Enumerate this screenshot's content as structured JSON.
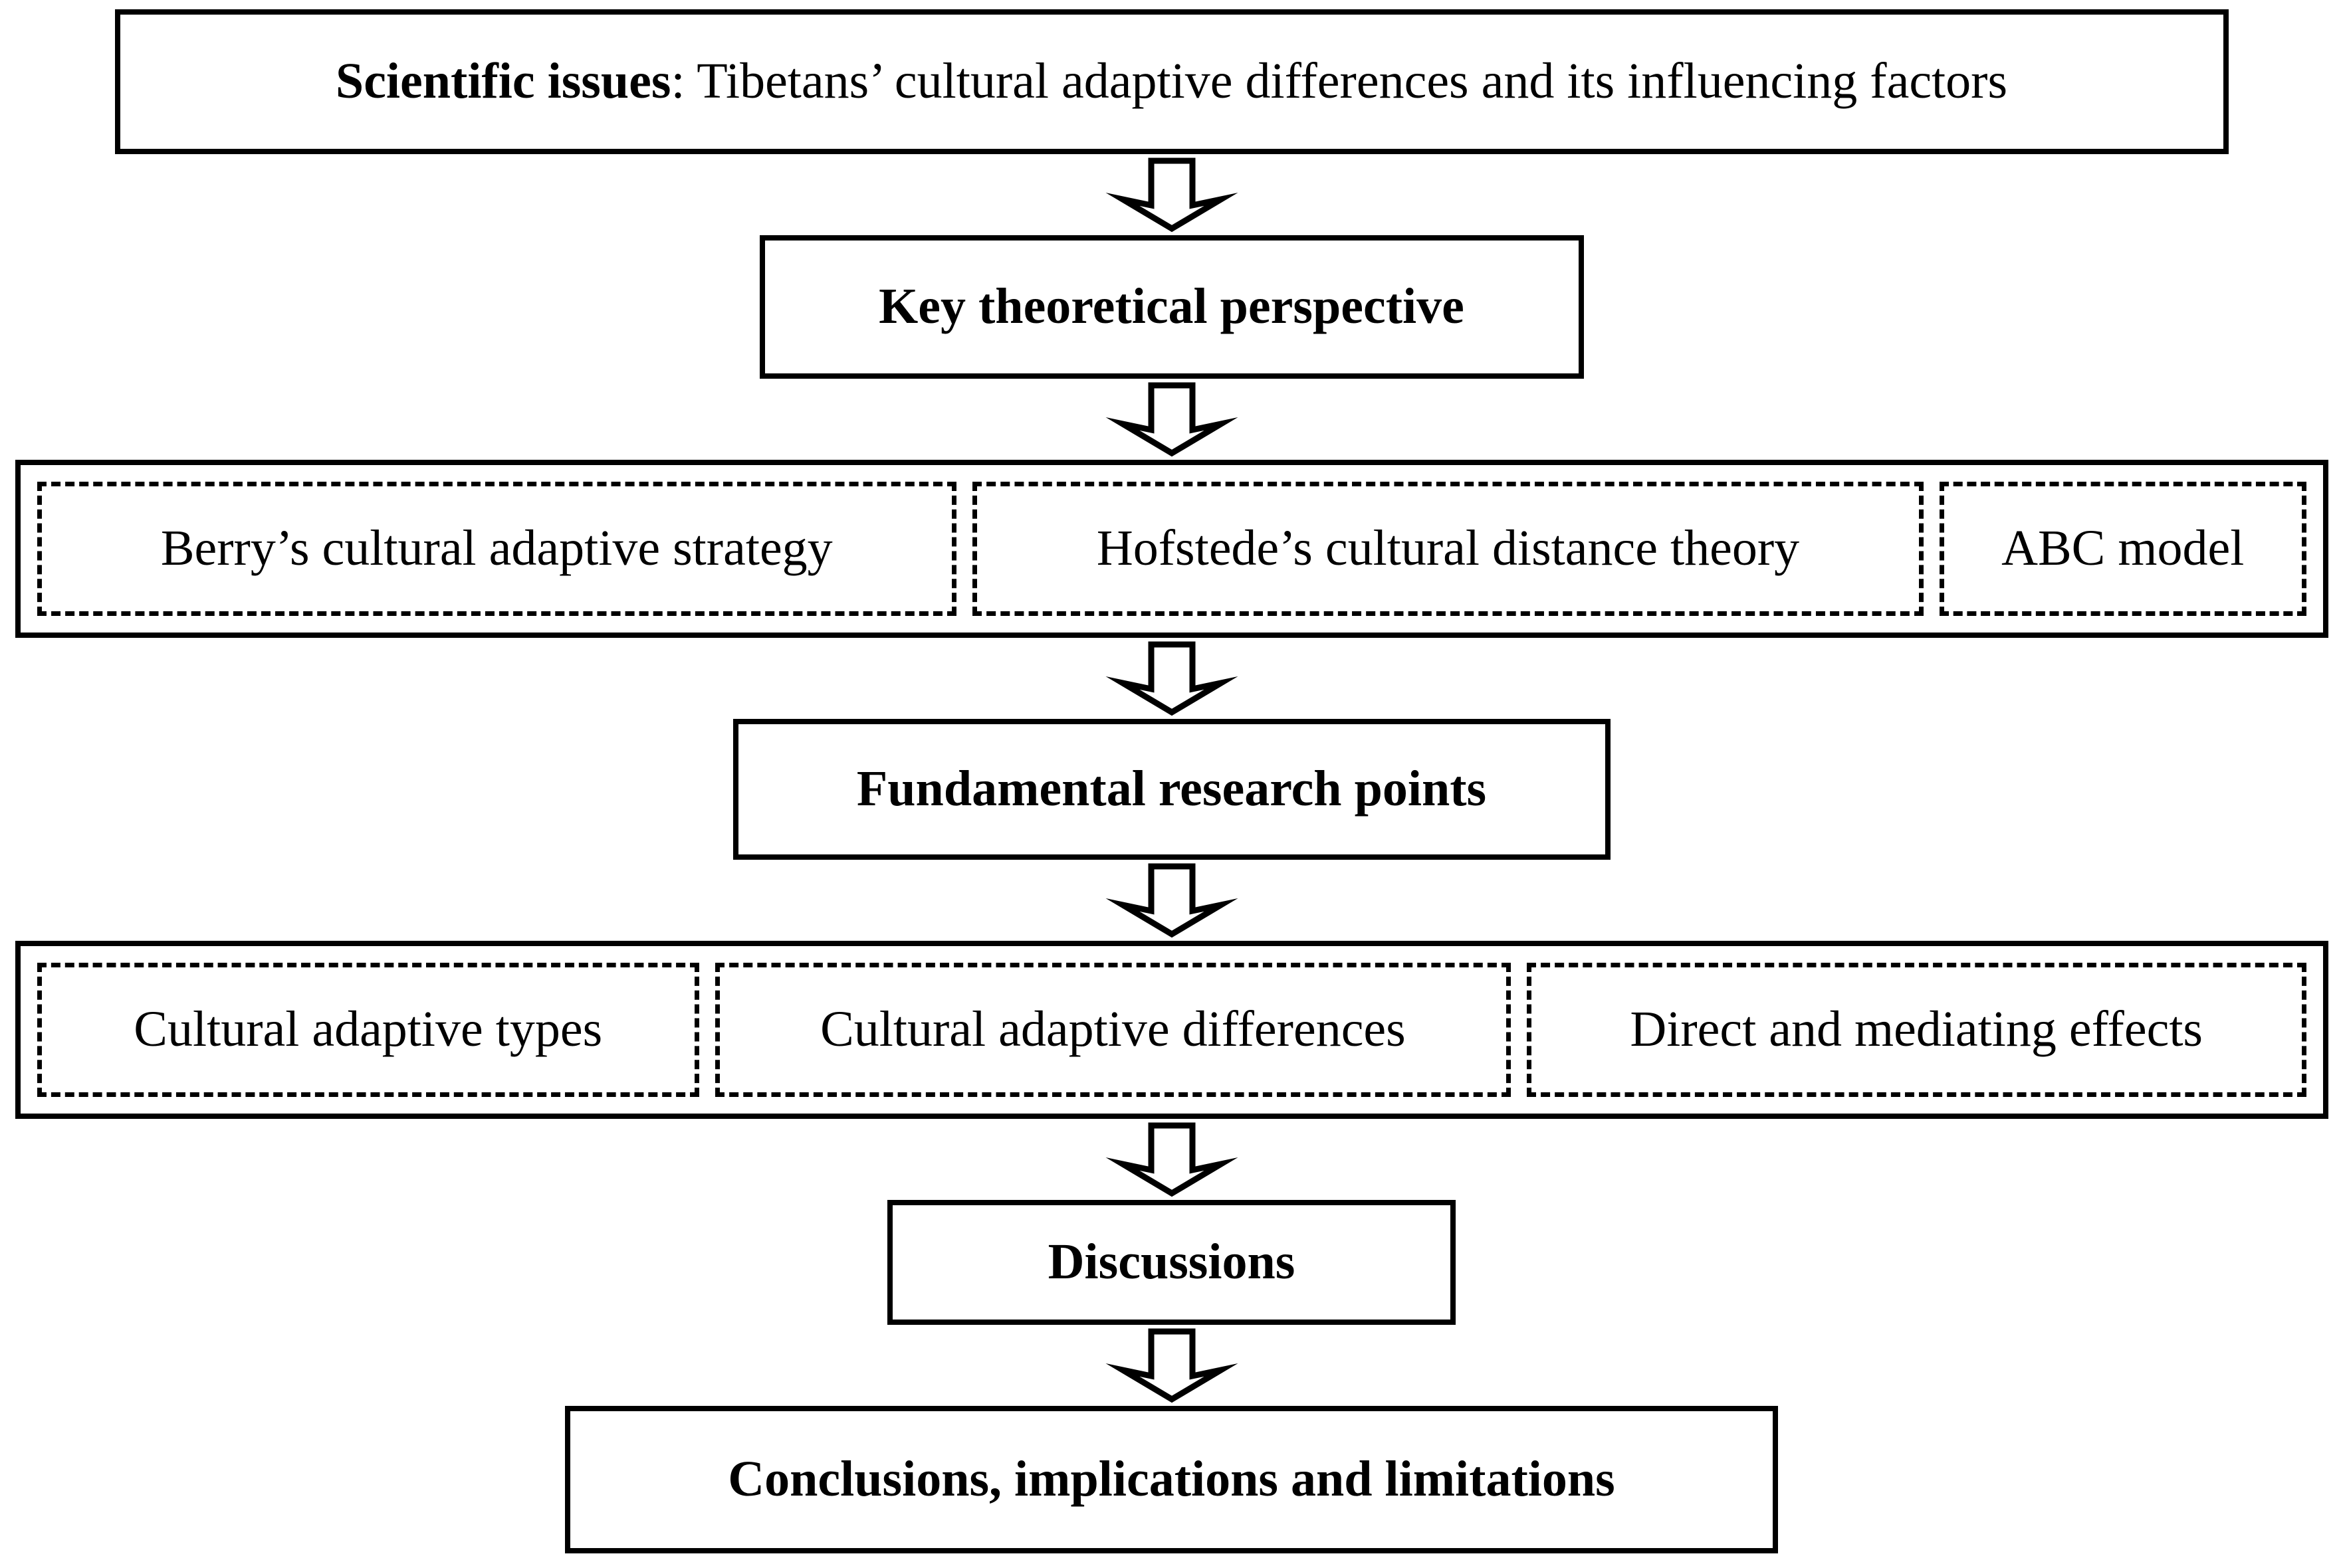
{
  "colors": {
    "ink": "#000000",
    "paper": "#ffffff"
  },
  "flowchart": {
    "scientific_issues": {
      "bold": "Scientific issues",
      "rest": ": Tibetans’ cultural adaptive differences and its influencing factors"
    },
    "key_theoretical": {
      "label": "Key theoretical perspective"
    },
    "theories": {
      "berry": "Berry’s cultural adaptive strategy",
      "hofstede": "Hofstede’s cultural distance theory",
      "abc": "ABC model"
    },
    "fundamental": {
      "label": "Fundamental research points"
    },
    "research_points": {
      "types": "Cultural adaptive types",
      "differences": "Cultural adaptive differences",
      "effects": "Direct and mediating effects"
    },
    "discussions": {
      "label": "Discussions"
    },
    "conclusions": {
      "label": "Conclusions, implications and limitations"
    }
  },
  "icons": {
    "down_arrow": "down-block-arrow"
  }
}
